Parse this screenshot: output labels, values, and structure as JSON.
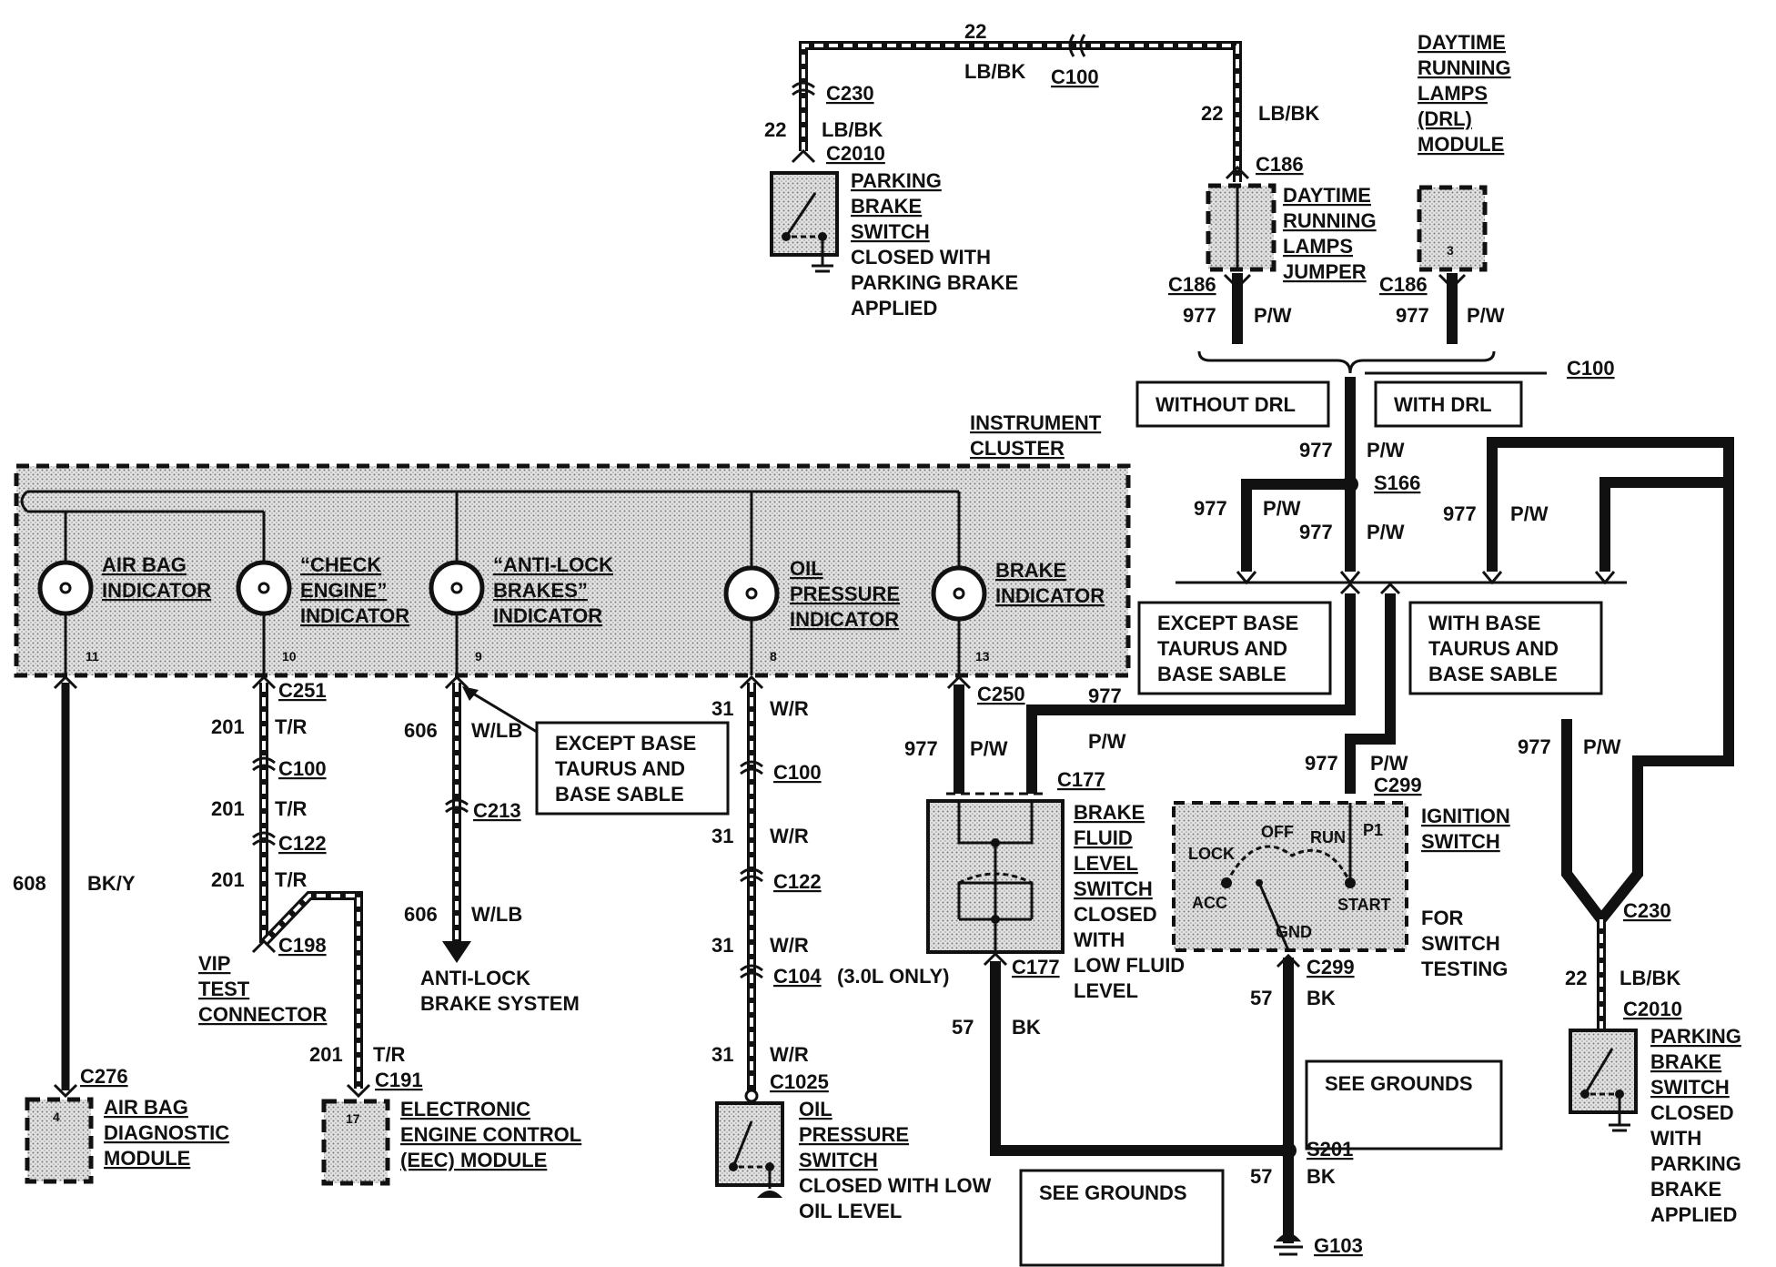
{
  "drl": {
    "module_title": [
      "DAYTIME",
      "RUNNING",
      "LAMPS",
      "(DRL)",
      "MODULE"
    ],
    "module_pin": "3",
    "jumper_label": [
      "DAYTIME",
      "RUNNING",
      "LAMPS",
      "JUMPER"
    ]
  },
  "top": {
    "wire_num": "22",
    "wire_color": "LB/BK",
    "conn_c100": "C100",
    "conn_c230": "C230",
    "conn_c2010": "C2010",
    "conn_c186": "C186"
  },
  "pbs_top": {
    "label": [
      "PARKING",
      "BRAKE",
      "SWITCH"
    ],
    "desc": [
      "CLOSED WITH",
      "PARKING BRAKE",
      "APPLIED"
    ]
  },
  "pbs_right": {
    "label": [
      "PARKING",
      "BRAKE",
      "SWITCH"
    ],
    "desc": [
      "CLOSED",
      "WITH",
      "PARKING",
      "BRAKE",
      "APPLIED"
    ]
  },
  "pw": {
    "num": "977",
    "color": "P/W"
  },
  "boxes": {
    "without_drl": "WITHOUT DRL",
    "with_drl": "WITH DRL",
    "except_base_right": [
      "EXCEPT BASE",
      "TAURUS AND",
      "BASE SABLE"
    ],
    "with_base": [
      "WITH BASE",
      "TAURUS AND",
      "BASE SABLE"
    ],
    "except_base_left": [
      "EXCEPT BASE",
      "TAURUS AND",
      "BASE SABLE"
    ],
    "see_grounds_1": "SEE GROUNDS",
    "see_grounds_2": "SEE GROUNDS"
  },
  "splices": {
    "s166": "S166",
    "s201": "S201",
    "g103": "G103"
  },
  "cluster": {
    "title": [
      "INSTRUMENT",
      "CLUSTER"
    ],
    "indicators": [
      {
        "label": [
          "AIR BAG",
          "INDICATOR"
        ],
        "pin": "11"
      },
      {
        "label": [
          "“CHECK",
          "ENGINE”",
          "INDICATOR"
        ],
        "pin": "10"
      },
      {
        "label": [
          "“ANTI-LOCK",
          "BRAKES”",
          "INDICATOR"
        ],
        "pin": "9"
      },
      {
        "label": [
          "OIL",
          "PRESSURE",
          "INDICATOR"
        ],
        "pin": "8"
      },
      {
        "label": [
          "BRAKE",
          "INDICATOR"
        ],
        "pin": "13"
      }
    ]
  },
  "circuits": {
    "c608": {
      "num": "608",
      "color": "BK/Y"
    },
    "c201": {
      "num": "201",
      "color": "T/R"
    },
    "c606": {
      "num": "606",
      "color": "W/LB"
    },
    "c31": {
      "num": "31",
      "color": "W/R"
    },
    "c57": {
      "num": "57",
      "color": "BK"
    }
  },
  "connectors": {
    "c251": "C251",
    "c100": "C100",
    "c122": "C122",
    "c198": "C198",
    "c191": "C191",
    "c276": "C276",
    "c213": "C213",
    "c104": "C104",
    "c104_note": "(3.0L ONLY)",
    "c1025": "C1025",
    "c250": "C250",
    "c177": "C177",
    "c299": "C299"
  },
  "modules": {
    "airbag": {
      "pin": "4",
      "label": [
        "AIR BAG",
        "DIAGNOSTIC",
        "MODULE"
      ]
    },
    "eec": {
      "pin": "17",
      "label": [
        "ELECTRONIC",
        "ENGINE CONTROL",
        "(EEC)  MODULE"
      ]
    },
    "vip": [
      "VIP",
      "TEST",
      "CONNECTOR"
    ],
    "abs": [
      "ANTI-LOCK",
      "BRAKE SYSTEM"
    ]
  },
  "oil_switch": {
    "label": [
      "OIL",
      "PRESSURE",
      "SWITCH"
    ],
    "desc": [
      "CLOSED WITH LOW",
      "OIL LEVEL"
    ]
  },
  "brake_fluid": {
    "label": [
      "BRAKE",
      "FLUID",
      "LEVEL",
      "SWITCH"
    ],
    "desc": [
      "CLOSED",
      "WITH",
      "LOW FLUID",
      "LEVEL"
    ]
  },
  "ignition": {
    "label": [
      "IGNITION",
      "SWITCH"
    ],
    "desc": [
      "FOR",
      "SWITCH",
      "TESTING"
    ],
    "positions": {
      "lock": "LOCK",
      "off": "OFF",
      "run": "RUN",
      "start": "START",
      "acc": "ACC",
      "gnd": "GND",
      "p1": "P1"
    }
  }
}
